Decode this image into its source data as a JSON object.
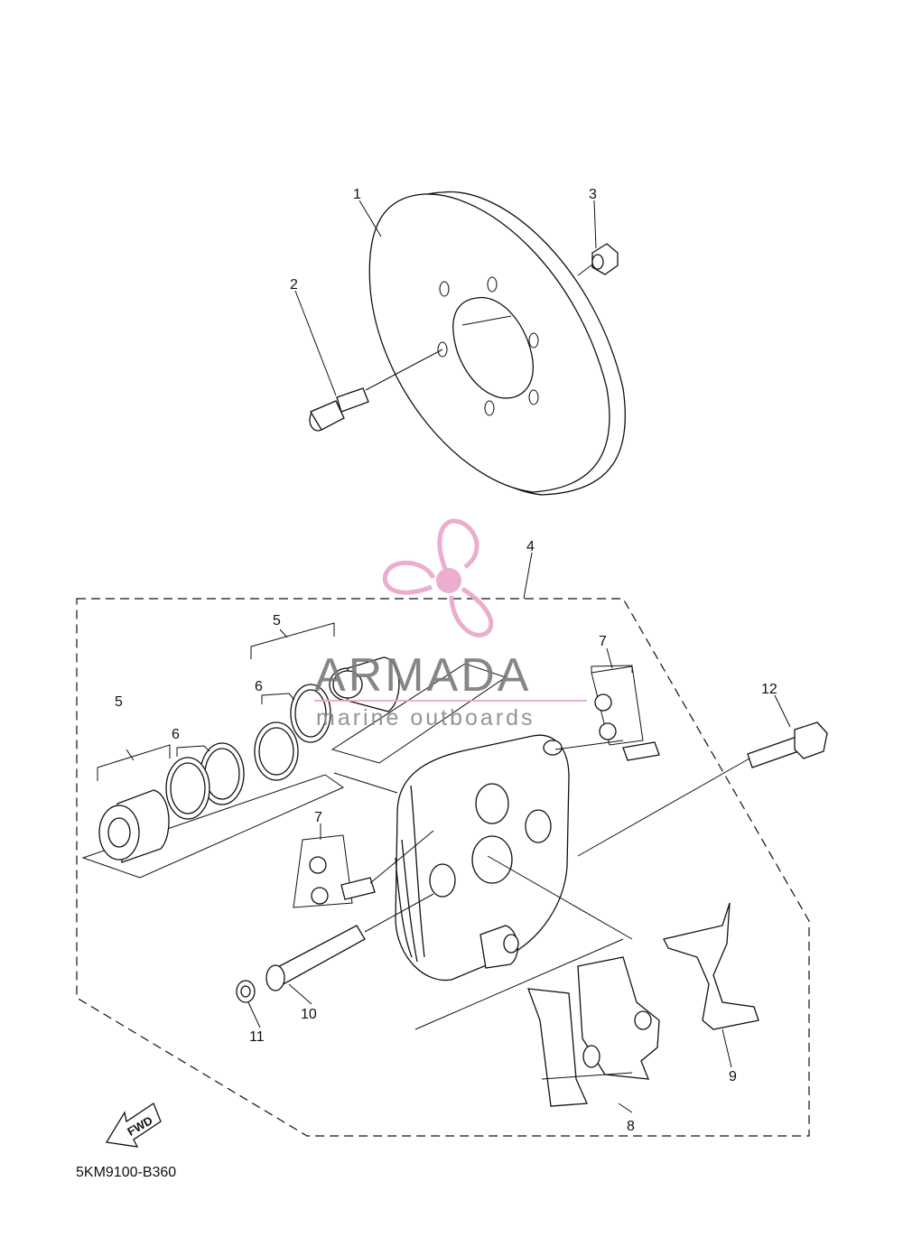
{
  "diagram_code": "5KM9100-B360",
  "fwd_marker": "FWD",
  "watermark": {
    "title": "ARMADA",
    "subtitle": "marine outboards"
  },
  "callouts": [
    "1",
    "2",
    "3",
    "4",
    "5",
    "5",
    "6",
    "6",
    "7",
    "7",
    "8",
    "9",
    "10",
    "11",
    "12"
  ],
  "colors": {
    "line": "#111111",
    "watermark_pink": "#e9a6c9",
    "watermark_gray": "#7a7a7a"
  }
}
